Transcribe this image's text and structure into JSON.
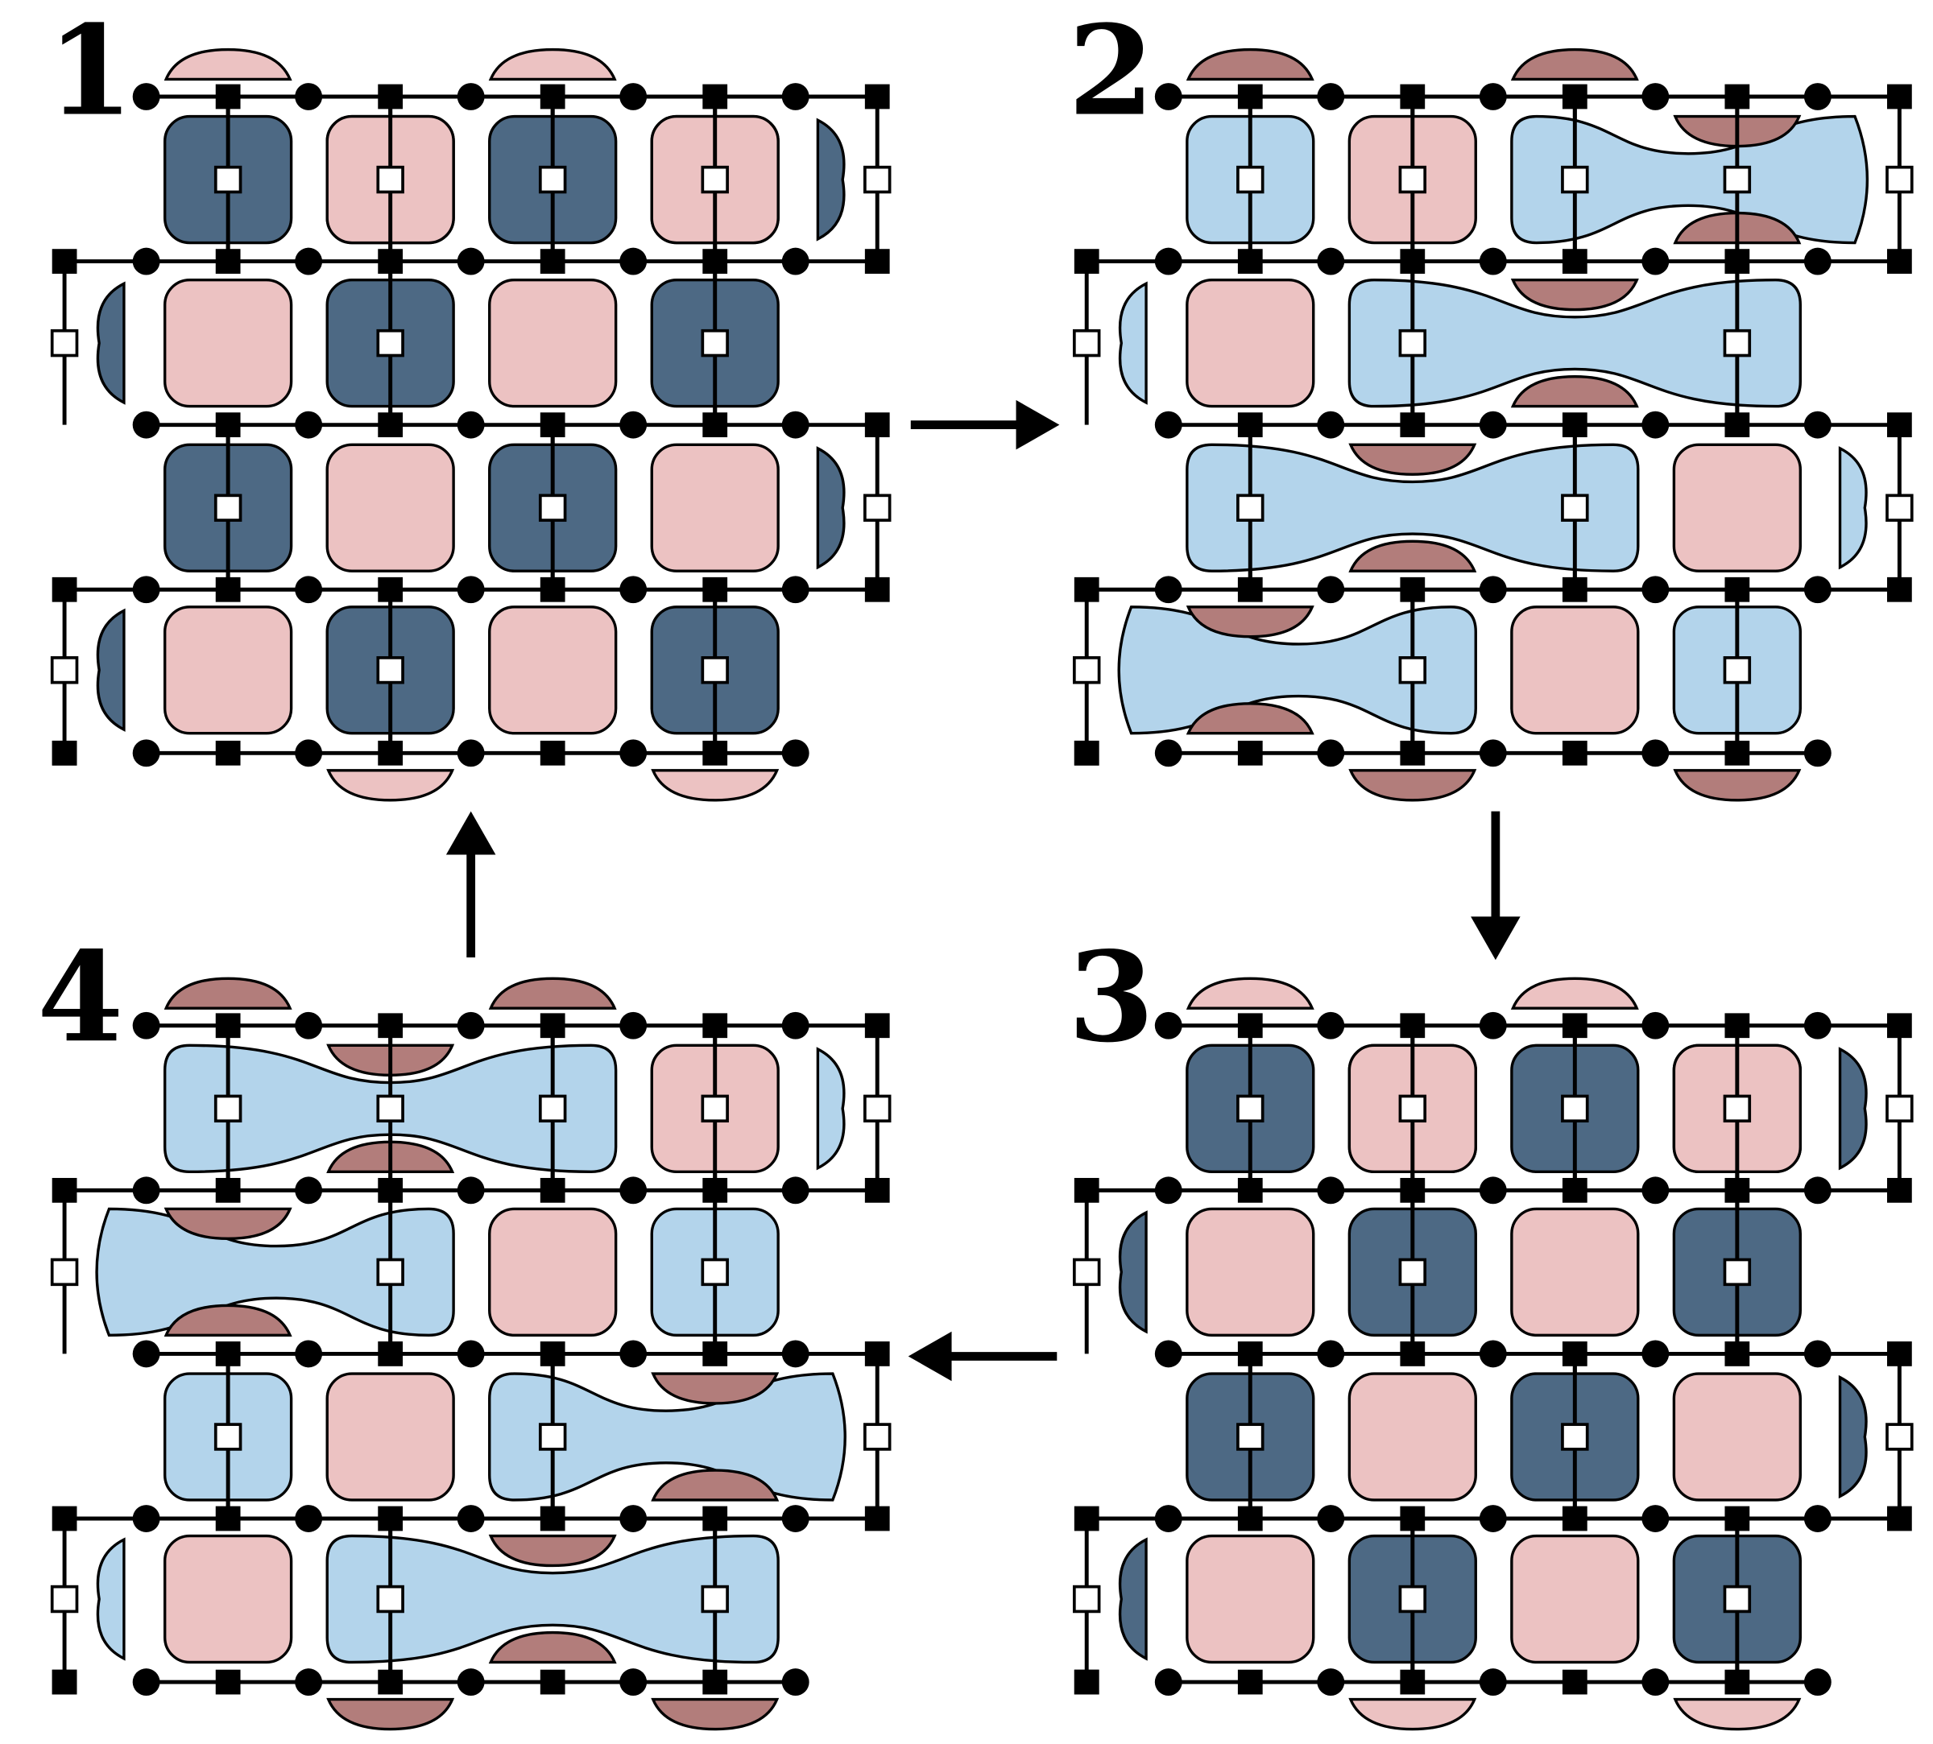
{
  "panels": [
    {
      "label": "1",
      "state": "initial"
    },
    {
      "label": "2",
      "state": "merged"
    },
    {
      "label": "3",
      "state": "initial"
    },
    {
      "label": "4",
      "state": "merged-shifted"
    }
  ],
  "arrows": [
    {
      "from": "1",
      "to": "2",
      "direction": "right"
    },
    {
      "from": "2",
      "to": "3",
      "direction": "down"
    },
    {
      "from": "3",
      "to": "4",
      "direction": "left"
    },
    {
      "from": "4",
      "to": "1",
      "direction": "up"
    }
  ],
  "colors": {
    "dark_blue": "#4d6984",
    "light_blue": "#b3d4eb",
    "light_pink": "#ecc2c2",
    "dark_pink": "#b27d7b",
    "stroke": "#000000",
    "background": "#ffffff"
  }
}
